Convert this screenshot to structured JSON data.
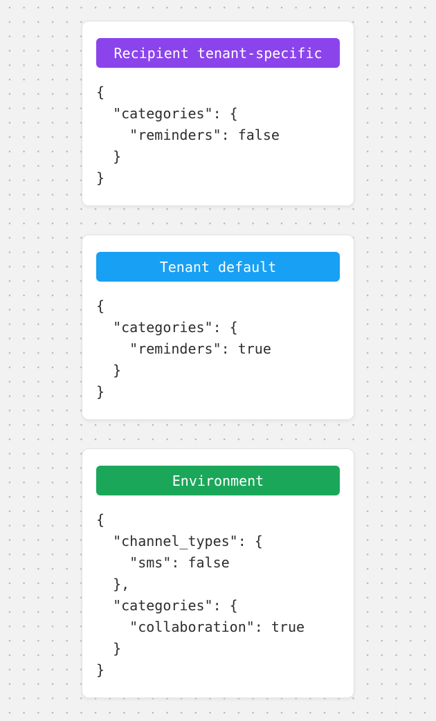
{
  "canvas": {
    "background_color": "#F2F2F2",
    "dot_color": "#B9B9B9",
    "card_background": "#FFFFFF",
    "code_text_color": "#2D2D2D"
  },
  "cards": [
    {
      "badge": {
        "label": "Recipient tenant-specific",
        "color": "#8B44EC"
      },
      "code": "{\n  \"categories\": {\n    \"reminders\": false\n  }\n}"
    },
    {
      "badge": {
        "label": "Tenant default",
        "color": "#18A0F4"
      },
      "code": "{\n  \"categories\": {\n    \"reminders\": true\n  }\n}"
    },
    {
      "badge": {
        "label": "Environment",
        "color": "#1BA75A"
      },
      "code": "{\n  \"channel_types\": {\n    \"sms\": false\n  },\n  \"categories\": {\n    \"collaboration\": true\n  }\n}"
    }
  ]
}
